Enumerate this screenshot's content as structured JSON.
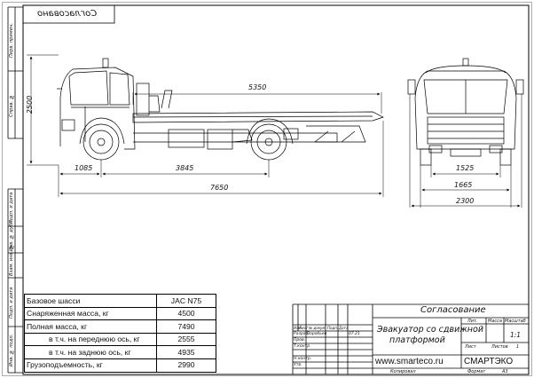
{
  "header": {
    "mirrored_stamp": "Согласовано"
  },
  "side_labels": {
    "top": [
      "Перв. примен.",
      "Справ. №"
    ],
    "bottom": [
      "Подп. и дата",
      "Инв. № дубл.",
      "Взам. инв. №",
      "Подп. и дата",
      "Инв. № подл."
    ]
  },
  "dimensions": {
    "height": "2500",
    "platform_length": "5350",
    "front_overhang": "1085",
    "wheelbase": "3845",
    "overall_length": "7650",
    "rear_track": "1525",
    "front_track": "1665",
    "overall_width": "2300"
  },
  "spec_table": {
    "rows": [
      {
        "label": "Базовое шасси",
        "value": "JAC N75",
        "indent": false
      },
      {
        "label": "Снаряженная масса, кг",
        "value": "4500",
        "indent": false
      },
      {
        "label": "Полная масса, кг",
        "value": "7490",
        "indent": false
      },
      {
        "label": "в т.ч. на переднюю ось, кг",
        "value": "2555",
        "indent": true
      },
      {
        "label": "в т.ч. на заднюю ось, кг",
        "value": "4935",
        "indent": true
      },
      {
        "label": "Грузоподъемность, кг",
        "value": "2990",
        "indent": false
      }
    ]
  },
  "title_block": {
    "approval": "Согласование",
    "title_line1": "Эвакуатор со сдвижной",
    "title_line2": "платформой",
    "col_headers": [
      "Изм",
      "Лист",
      "№ докум.",
      "Подп.",
      "Дата"
    ],
    "roles": [
      "Разраб.",
      "Пров.",
      "Т.контр.",
      "Н.контр.",
      "Утв."
    ],
    "developer": "Воробьев",
    "date": "07.21",
    "lit_label": "Лит.",
    "mass_label": "Масса",
    "scale_label": "Масштаб",
    "scale_value": "1:1",
    "sheet_label": "Лист",
    "sheets_label": "Листов",
    "sheets_value": "1",
    "website": "www.smarteco.ru",
    "company": "СМАРТЭКО",
    "copied": "Копировал",
    "format_label": "Формат",
    "format_value": "A3"
  }
}
